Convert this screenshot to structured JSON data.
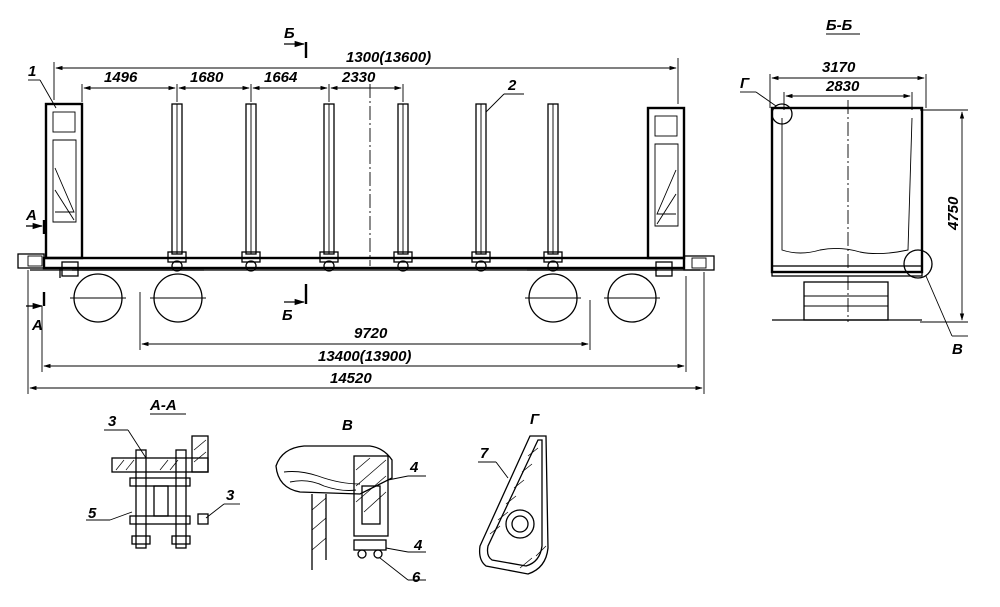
{
  "dims": {
    "overall_top": "1300(13600)",
    "d1496": "1496",
    "d1680": "1680",
    "d1664": "1664",
    "d2330": "2330",
    "bogie_base": "9720",
    "frame_len": "13400(13900)",
    "total_len": "14520",
    "width_outer": "3170",
    "width_inner": "2830",
    "height": "4750"
  },
  "labels": {
    "section_b_top": "Б",
    "section_b_bottom": "Б",
    "section_a_top": "А",
    "section_a_bottom": "А",
    "view_bb": "Б-Б",
    "view_aa": "А-А",
    "view_v": "В",
    "view_g": "Г",
    "callout_g": "Г",
    "callout_v": "В",
    "pos1": "1",
    "pos2": "2",
    "pos3a": "3",
    "pos3b": "3",
    "pos4a": "4",
    "pos4b": "4",
    "pos5": "5",
    "pos6": "6",
    "pos7": "7"
  }
}
